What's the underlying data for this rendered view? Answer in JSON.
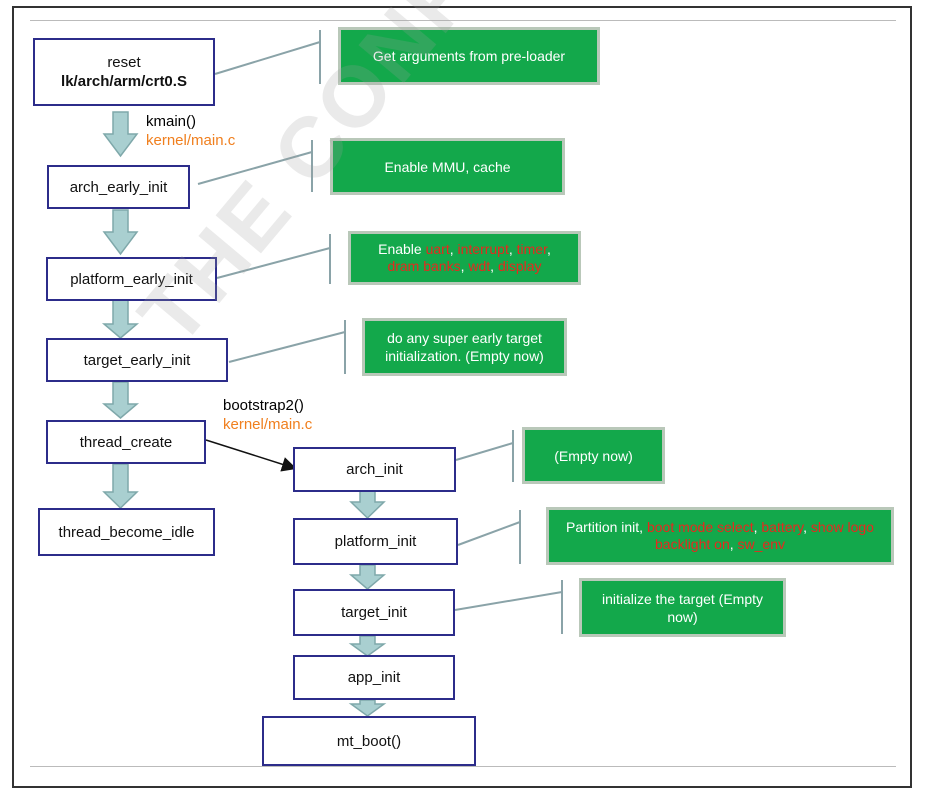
{
  "main_flow": {
    "reset": {
      "line1": "reset",
      "line2": "lk/arch/arm/crt0.S"
    },
    "arch_early_init": "arch_early_init",
    "platform_early_init": "platform_early_init",
    "target_early_init": "target_early_init",
    "thread_create": "thread_create",
    "thread_become_idle": "thread_become_idle"
  },
  "labels": {
    "kmain": {
      "func": "kmain()",
      "file": "kernel/main.c"
    },
    "bootstrap2": {
      "func": "bootstrap2()",
      "file": "kernel/main.c"
    }
  },
  "sub_flow": {
    "arch_init": "arch_init",
    "platform_init": "platform_init",
    "target_init": "target_init",
    "app_init": "app_init",
    "mt_boot": "mt_boot()"
  },
  "notes": {
    "reset": "Get arguments from pre-loader",
    "arch_early_init": "Enable MMU, cache",
    "platform_early_init": {
      "prefix": "Enable ",
      "items": [
        "uart",
        "interrupt",
        "timer",
        "dram banks",
        "wdt",
        "display"
      ]
    },
    "target_early_init": "do any super early target initialization. (Empty now)",
    "arch_init": "(Empty now)",
    "platform_init": {
      "prefix": "Partition init, ",
      "items": [
        "boot mode select",
        "battery",
        "show logo",
        "backlight on",
        "sw_env"
      ]
    },
    "target_init": "initialize the target (Empty now)"
  },
  "watermark": "THE CONFIDENTIAL @ waterworld.com.cn",
  "colors": {
    "note_bg": "#13a84b",
    "box_border": "#2c2c8a",
    "highlight": "#e8281e",
    "file_label": "#f07f1e",
    "arrow": "#a9cfd0"
  }
}
